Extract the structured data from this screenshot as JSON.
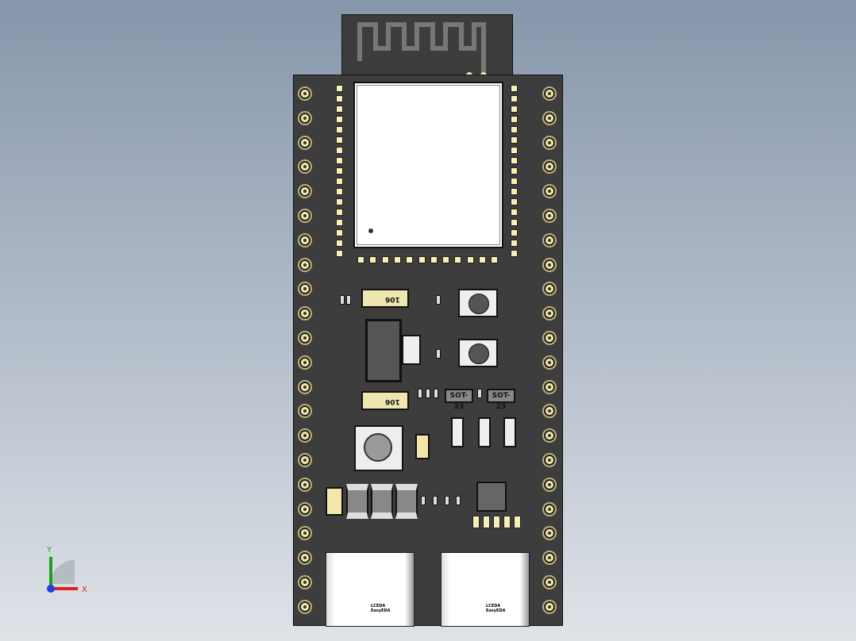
{
  "components": {
    "capacitor_top_label": "106",
    "capacitor_bottom_label": "106",
    "sot23_left_label": "SOT-23",
    "sot23_right_label": "SOT-23",
    "usb_left": {
      "line1": "LCEDA",
      "line2": "EasyEDA"
    },
    "usb_right": {
      "line1": "LCEDA",
      "line2": "EasyEDA"
    }
  },
  "axis_triad": {
    "x_label": "X",
    "y_label": "Y",
    "x_color": "#e02020",
    "y_color": "#20a020",
    "z_color": "#2040e0"
  },
  "colors": {
    "board": "#3d3d3d",
    "pad": "#f2e6a8",
    "shield": "#ffffff"
  }
}
